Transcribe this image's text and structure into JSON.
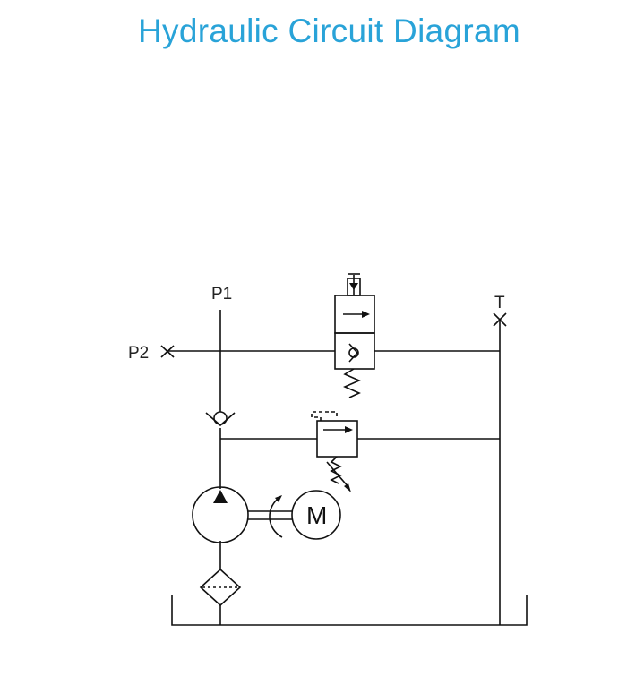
{
  "title": "Hydraulic Circuit Diagram",
  "labels": {
    "p1": "P1",
    "p2": "P2",
    "t": "T",
    "motor": "M"
  },
  "colors": {
    "title": "#29a3d8",
    "line": "#111111"
  }
}
